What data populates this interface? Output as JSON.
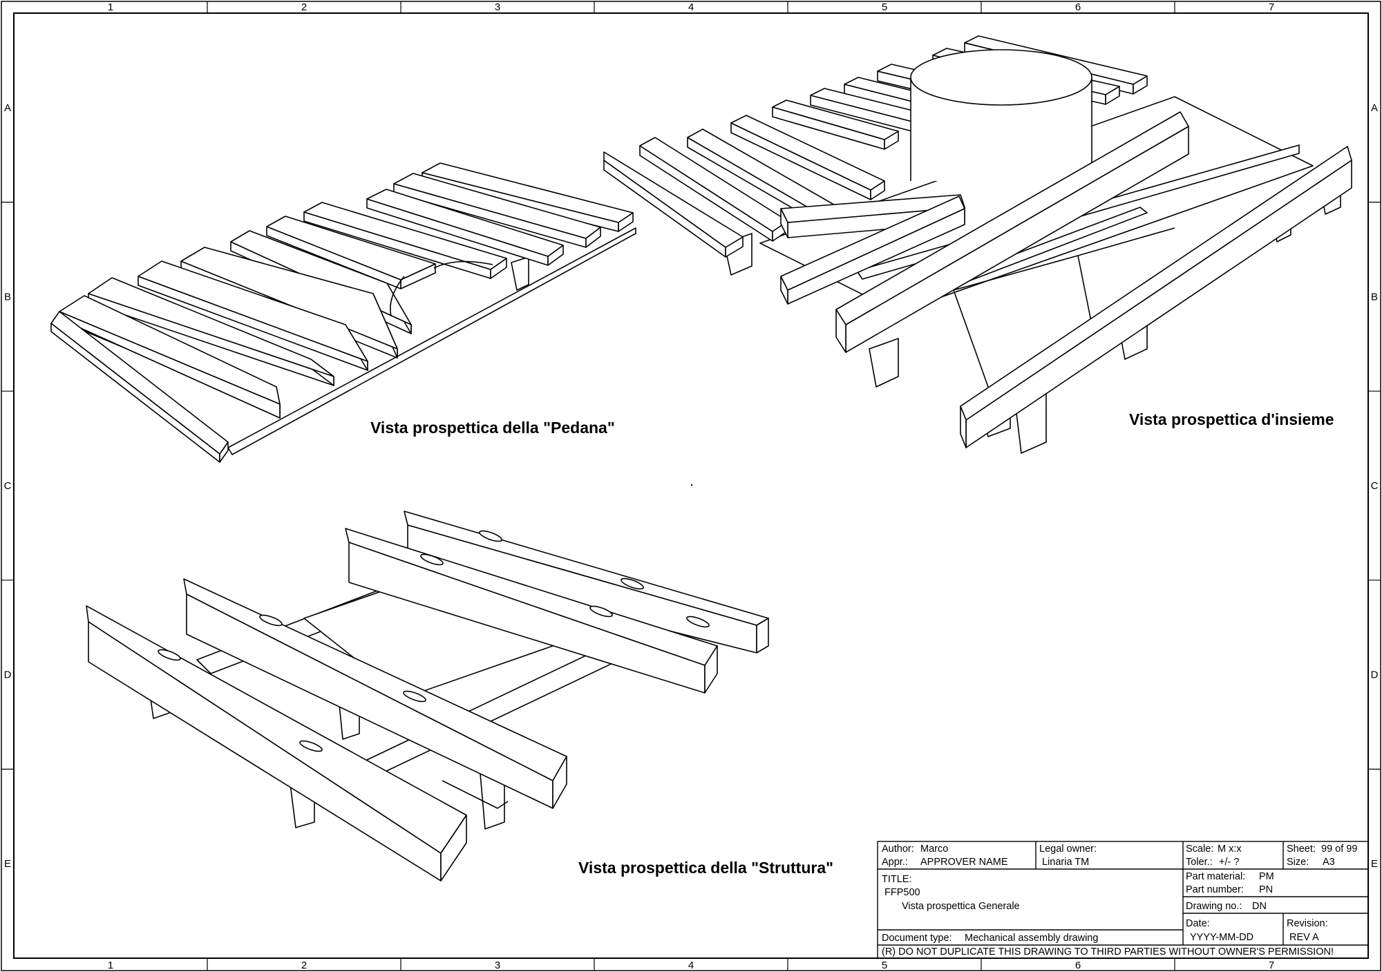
{
  "grid": {
    "columns": [
      "1",
      "2",
      "3",
      "4",
      "5",
      "6",
      "7"
    ],
    "rows": [
      "A",
      "B",
      "C",
      "D",
      "E"
    ]
  },
  "views": {
    "pedana": "Vista prospettica della \"Pedana\"",
    "insieme": "Vista prospettica d'insieme",
    "struttura": "Vista prospettica della \"Struttura\""
  },
  "title_block": {
    "author_label": "Author:",
    "author": "Marco",
    "approver_label": "Appr.:",
    "approver": "APPROVER NAME",
    "legal_owner_label": "Legal owner:",
    "legal_owner": "Linaria TM",
    "scale_label": "Scale:",
    "scale": "M x:x",
    "tolerance_label": "Toler.:",
    "tolerance": "+/- ?",
    "sheet_label": "Sheet:",
    "sheet": "99 of 99",
    "size_label": "Size:",
    "size": "A3",
    "title_label": "TITLE:",
    "title_code": "FFP500",
    "title_text": "Vista prospettica Generale",
    "part_material_label": "Part material:",
    "part_material": "PM",
    "part_number_label": "Part number:",
    "part_number": "PN",
    "drawing_no_label": "Drawing no.:",
    "drawing_no": "DN",
    "date_label": "Date:",
    "date": "YYYY-MM-DD",
    "revision_label": "Revision:",
    "revision": "REV A",
    "doc_type_label": "Document type:",
    "doc_type": "Mechanical assembly drawing",
    "notice": "(R) DO NOT DUPLICATE THIS DRAWING TO THIRD PARTIES WITHOUT OWNER'S PERMISSION!"
  }
}
